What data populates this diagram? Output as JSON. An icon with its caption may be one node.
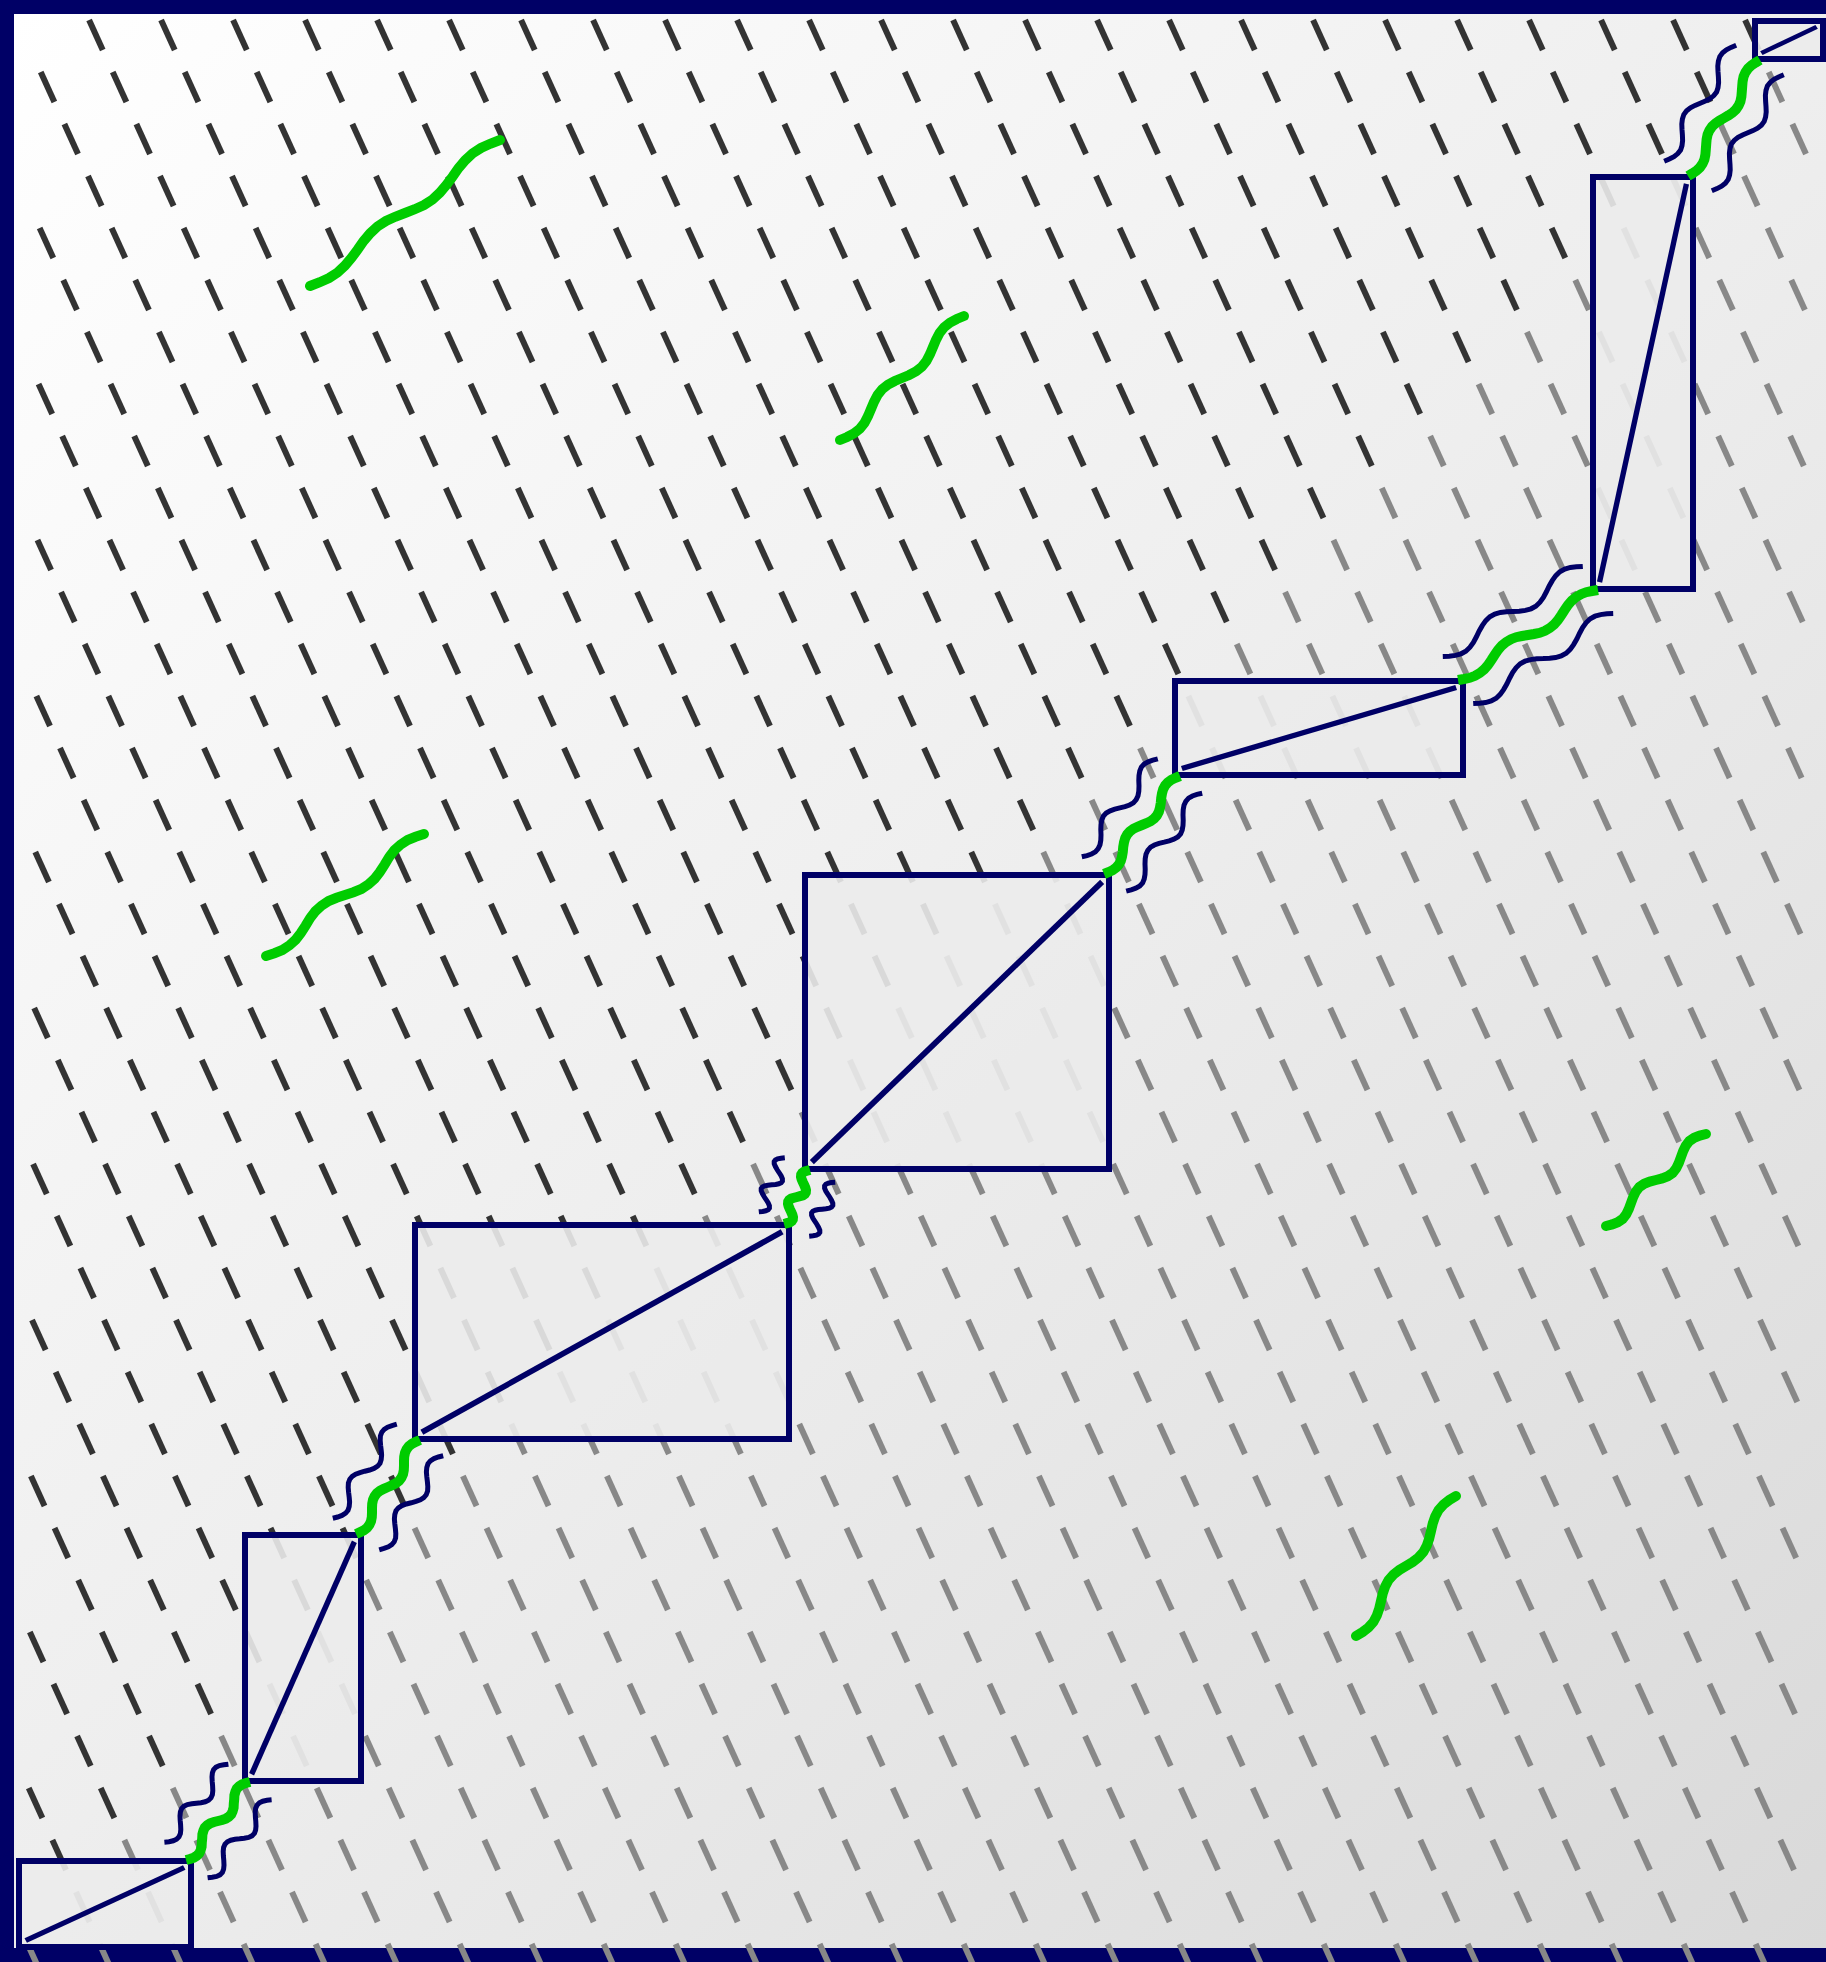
{
  "diagram": {
    "nodes": [
      {
        "text": [],
        "shape": "box"
      },
      {
        "text": [],
        "shape": "box"
      },
      {
        "text": [],
        "shape": "box"
      },
      {
        "text": [],
        "shape": "box"
      },
      {
        "text": [],
        "shape": "box"
      },
      {
        "text": [],
        "shape": "box"
      },
      {
        "text": [],
        "shape": "box"
      }
    ],
    "edges": [
      {
        "from": 0,
        "to": 1,
        "arrow": "none"
      },
      {
        "from": 1,
        "to": 2,
        "arrow": "none"
      },
      {
        "from": 2,
        "to": 3,
        "arrow": "none"
      },
      {
        "from": 3,
        "to": 4,
        "arrow": "none"
      },
      {
        "from": 4,
        "to": 5,
        "arrow": "none"
      },
      {
        "from": 5,
        "to": 6,
        "arrow": "none"
      }
    ]
  }
}
